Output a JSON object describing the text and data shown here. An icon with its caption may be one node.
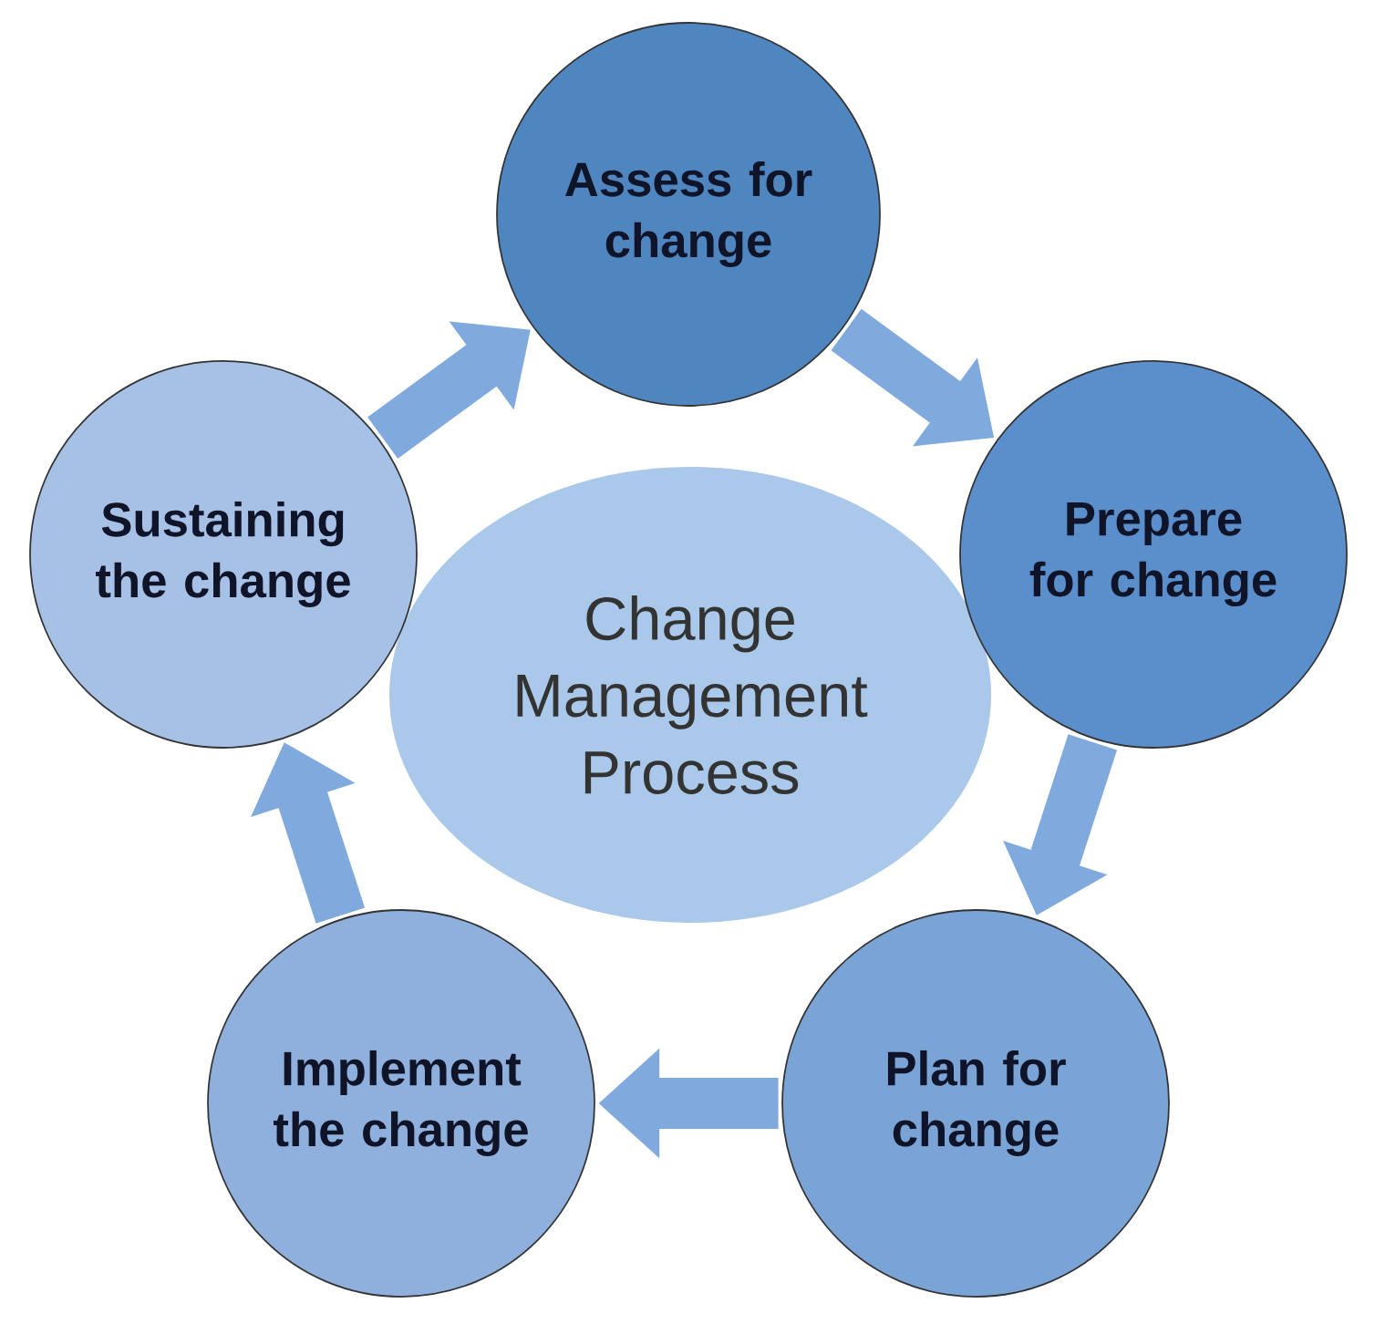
{
  "diagram": {
    "nodes": [
      {
        "text": [
          "Change Management Process"
        ]
      },
      {
        "text": [
          "Assess for change"
        ]
      },
      {
        "text": [
          "Prepare for change"
        ]
      },
      {
        "text": [
          "Plan for change"
        ]
      },
      {
        "text": [
          "Implement the change"
        ]
      },
      {
        "text": [
          "Sustaining the change"
        ]
      }
    ],
    "edges": [
      {
        "from": 1,
        "to": 2,
        "arrow": "to"
      },
      {
        "from": 2,
        "to": 3,
        "arrow": "to"
      },
      {
        "from": 3,
        "to": 4,
        "arrow": "to"
      },
      {
        "from": 4,
        "to": 5,
        "arrow": "to"
      },
      {
        "from": 5,
        "to": 1,
        "arrow": "to"
      }
    ]
  }
}
